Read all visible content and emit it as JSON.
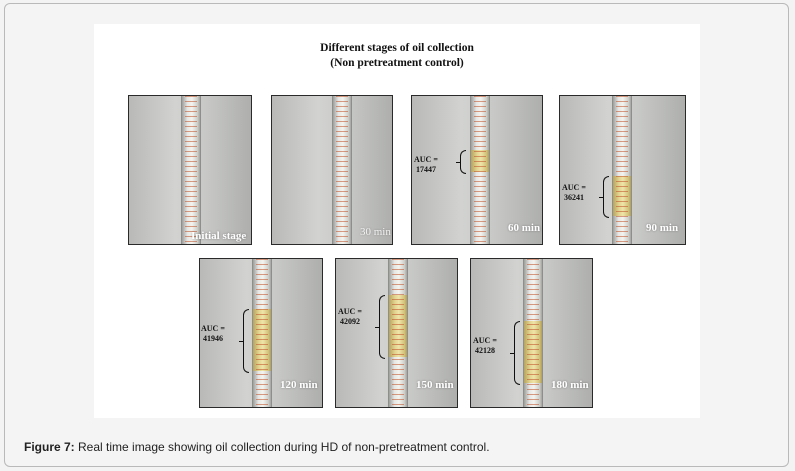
{
  "figure": {
    "title_line1": "Different stages of oil collection",
    "title_line2": "(Non pretreatment control)",
    "panels": [
      {
        "caption": "Initial stage",
        "auc_label": "",
        "auc_value": ""
      },
      {
        "caption": "30 min",
        "auc_label": "",
        "auc_value": ""
      },
      {
        "caption": "60 min",
        "auc_label": "AUC =",
        "auc_value": "17447"
      },
      {
        "caption": "90 min",
        "auc_label": "AUC =",
        "auc_value": "36241"
      },
      {
        "caption": "120 min",
        "auc_label": "AUC =",
        "auc_value": "41946"
      },
      {
        "caption": "150 min",
        "auc_label": "AUC =",
        "auc_value": "42092"
      },
      {
        "caption": "180 min",
        "auc_label": "AUC =",
        "auc_value": "42128"
      }
    ]
  },
  "caption": {
    "label": "Figure 7:",
    "text": " Real time image showing oil collection during HD of non-pretreatment control."
  }
}
